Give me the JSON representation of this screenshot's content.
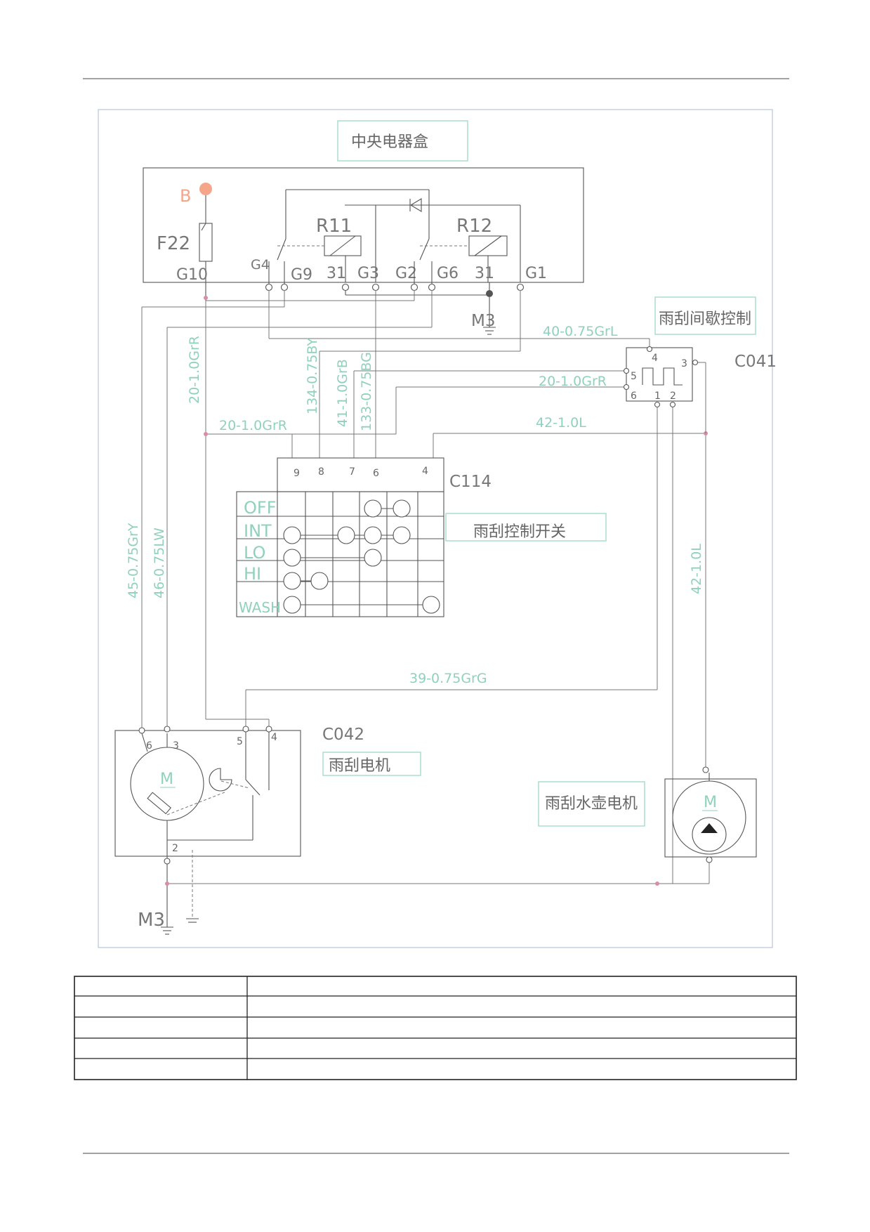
{
  "modules": {
    "central_box": "中央电器盒",
    "intermittent": "雨刮间歇控制",
    "switch": "雨刮控制开关",
    "wiper_motor": "雨刮电机",
    "washer_motor": "雨刮水壶电机"
  },
  "components": {
    "battery": "B",
    "fuse": "F22",
    "relay1": "R11",
    "relay2": "R12",
    "motor_symbol": "M",
    "washer_symbol": "M",
    "ground_top": "M3",
    "ground_bottom": "M3"
  },
  "pins": {
    "g10": "G10",
    "g4": "G4",
    "g9": "G9",
    "p31a": "31",
    "g3": "G3",
    "g2": "G2",
    "g6": "G6",
    "p31b": "31",
    "g1": "G1"
  },
  "connectors": {
    "c041": "C041",
    "c114": "C114",
    "c042": "C042"
  },
  "c041_pins": [
    "4",
    "5",
    "6",
    "1",
    "2",
    "3"
  ],
  "c114_pins": [
    "9",
    "8",
    "7",
    "6",
    "4"
  ],
  "c042_pins": [
    "6",
    "3",
    "5",
    "4",
    "2"
  ],
  "wires": {
    "w1": "40-0.75GrL",
    "w2": "20-1.0GrR",
    "w3": "20-1.0GrR",
    "w4": "42-1.0L",
    "w5": "20-1.0GrR",
    "w6": "134-0.75BY",
    "w7": "41-1.0GrB",
    "w8": "133-0.75BG",
    "w9": "45-0.75GrY",
    "w10": "46-0.75LW",
    "w11": "42-1.0L",
    "w12": "39-0.75GrG"
  },
  "switch_positions": [
    "OFF",
    "INT",
    "LO",
    "HI",
    "WASH"
  ],
  "colors": {
    "wire_label": "#8fd1bd",
    "battery_dot": "#f4a58a",
    "junction": "#d98ca8"
  }
}
